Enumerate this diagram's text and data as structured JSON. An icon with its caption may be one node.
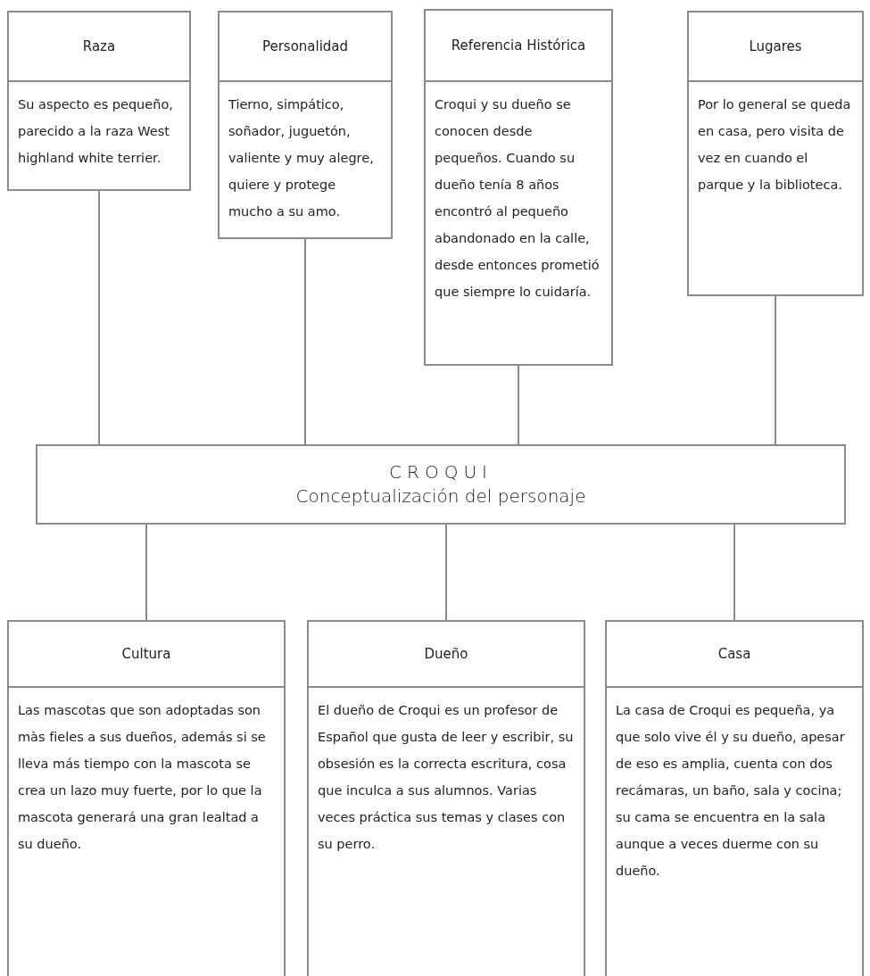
{
  "diagram": {
    "nodes": [
      {
        "text": [
          "Raza"
        ]
      },
      {
        "text": [
          "Personalidad"
        ]
      },
      {
        "text": [
          "Referencia Histórica"
        ]
      },
      {
        "text": [
          "Lugares"
        ]
      },
      {
        "text": [
          "Su aspecto es pequeño, parecido a la raza West highland white terrier."
        ]
      },
      {
        "text": [
          "Tierno, simpático, soñador, juguetón, valiente y muy alegre, quiere y protege mucho a su amo."
        ]
      },
      {
        "text": [
          "Croqui y su dueño se conocen desde pequeños. Cuando su dueño tenía 8 años encontró al pequeño abandonado en la calle, desde entonces prometió que siempre lo cuidaría."
        ]
      },
      {
        "text": [
          "Por lo general se queda en casa, pero visita de vez en cuando el parque y la biblioteca."
        ]
      },
      {
        "text": [
          "CROQUI",
          "Conceptualización del personaje"
        ]
      },
      {
        "text": [
          "Cultura"
        ]
      },
      {
        "text": [
          "Dueño"
        ]
      },
      {
        "text": [
          "Casa"
        ]
      },
      {
        "text": [
          "Las mascotas que son adoptadas son màs fieles a sus dueños, además si se lleva más tiempo con la mascota se crea un lazo muy fuerte, por lo que la mascota generará una gran lealtad a su dueño."
        ]
      },
      {
        "text": [
          "El dueño de Croqui es un profesor de Español que gusta de leer y escribir, su obsesión es la correcta escritura, cosa que inculca a sus alumnos. Varias veces práctica sus temas y clases con su perro."
        ]
      },
      {
        "text": [
          "La casa de Croqui es pequeña, ya que solo vive él y su dueño, apesar de eso es amplia, cuenta con dos recámaras, un baño, sala y cocina; su cama se encuentra en la sala aunque a veces duerme con su dueño."
        ]
      }
    ],
    "edges": [
      {
        "from": 4,
        "to": 8,
        "arrow": "none"
      },
      {
        "from": 5,
        "to": 8,
        "arrow": "none"
      },
      {
        "from": 6,
        "to": 8,
        "arrow": "none"
      },
      {
        "from": 7,
        "to": 8,
        "arrow": "none"
      },
      {
        "from": 8,
        "to": 9,
        "arrow": "none"
      },
      {
        "from": 8,
        "to": 10,
        "arrow": "none"
      },
      {
        "from": 8,
        "to": 11,
        "arrow": "none"
      }
    ]
  }
}
